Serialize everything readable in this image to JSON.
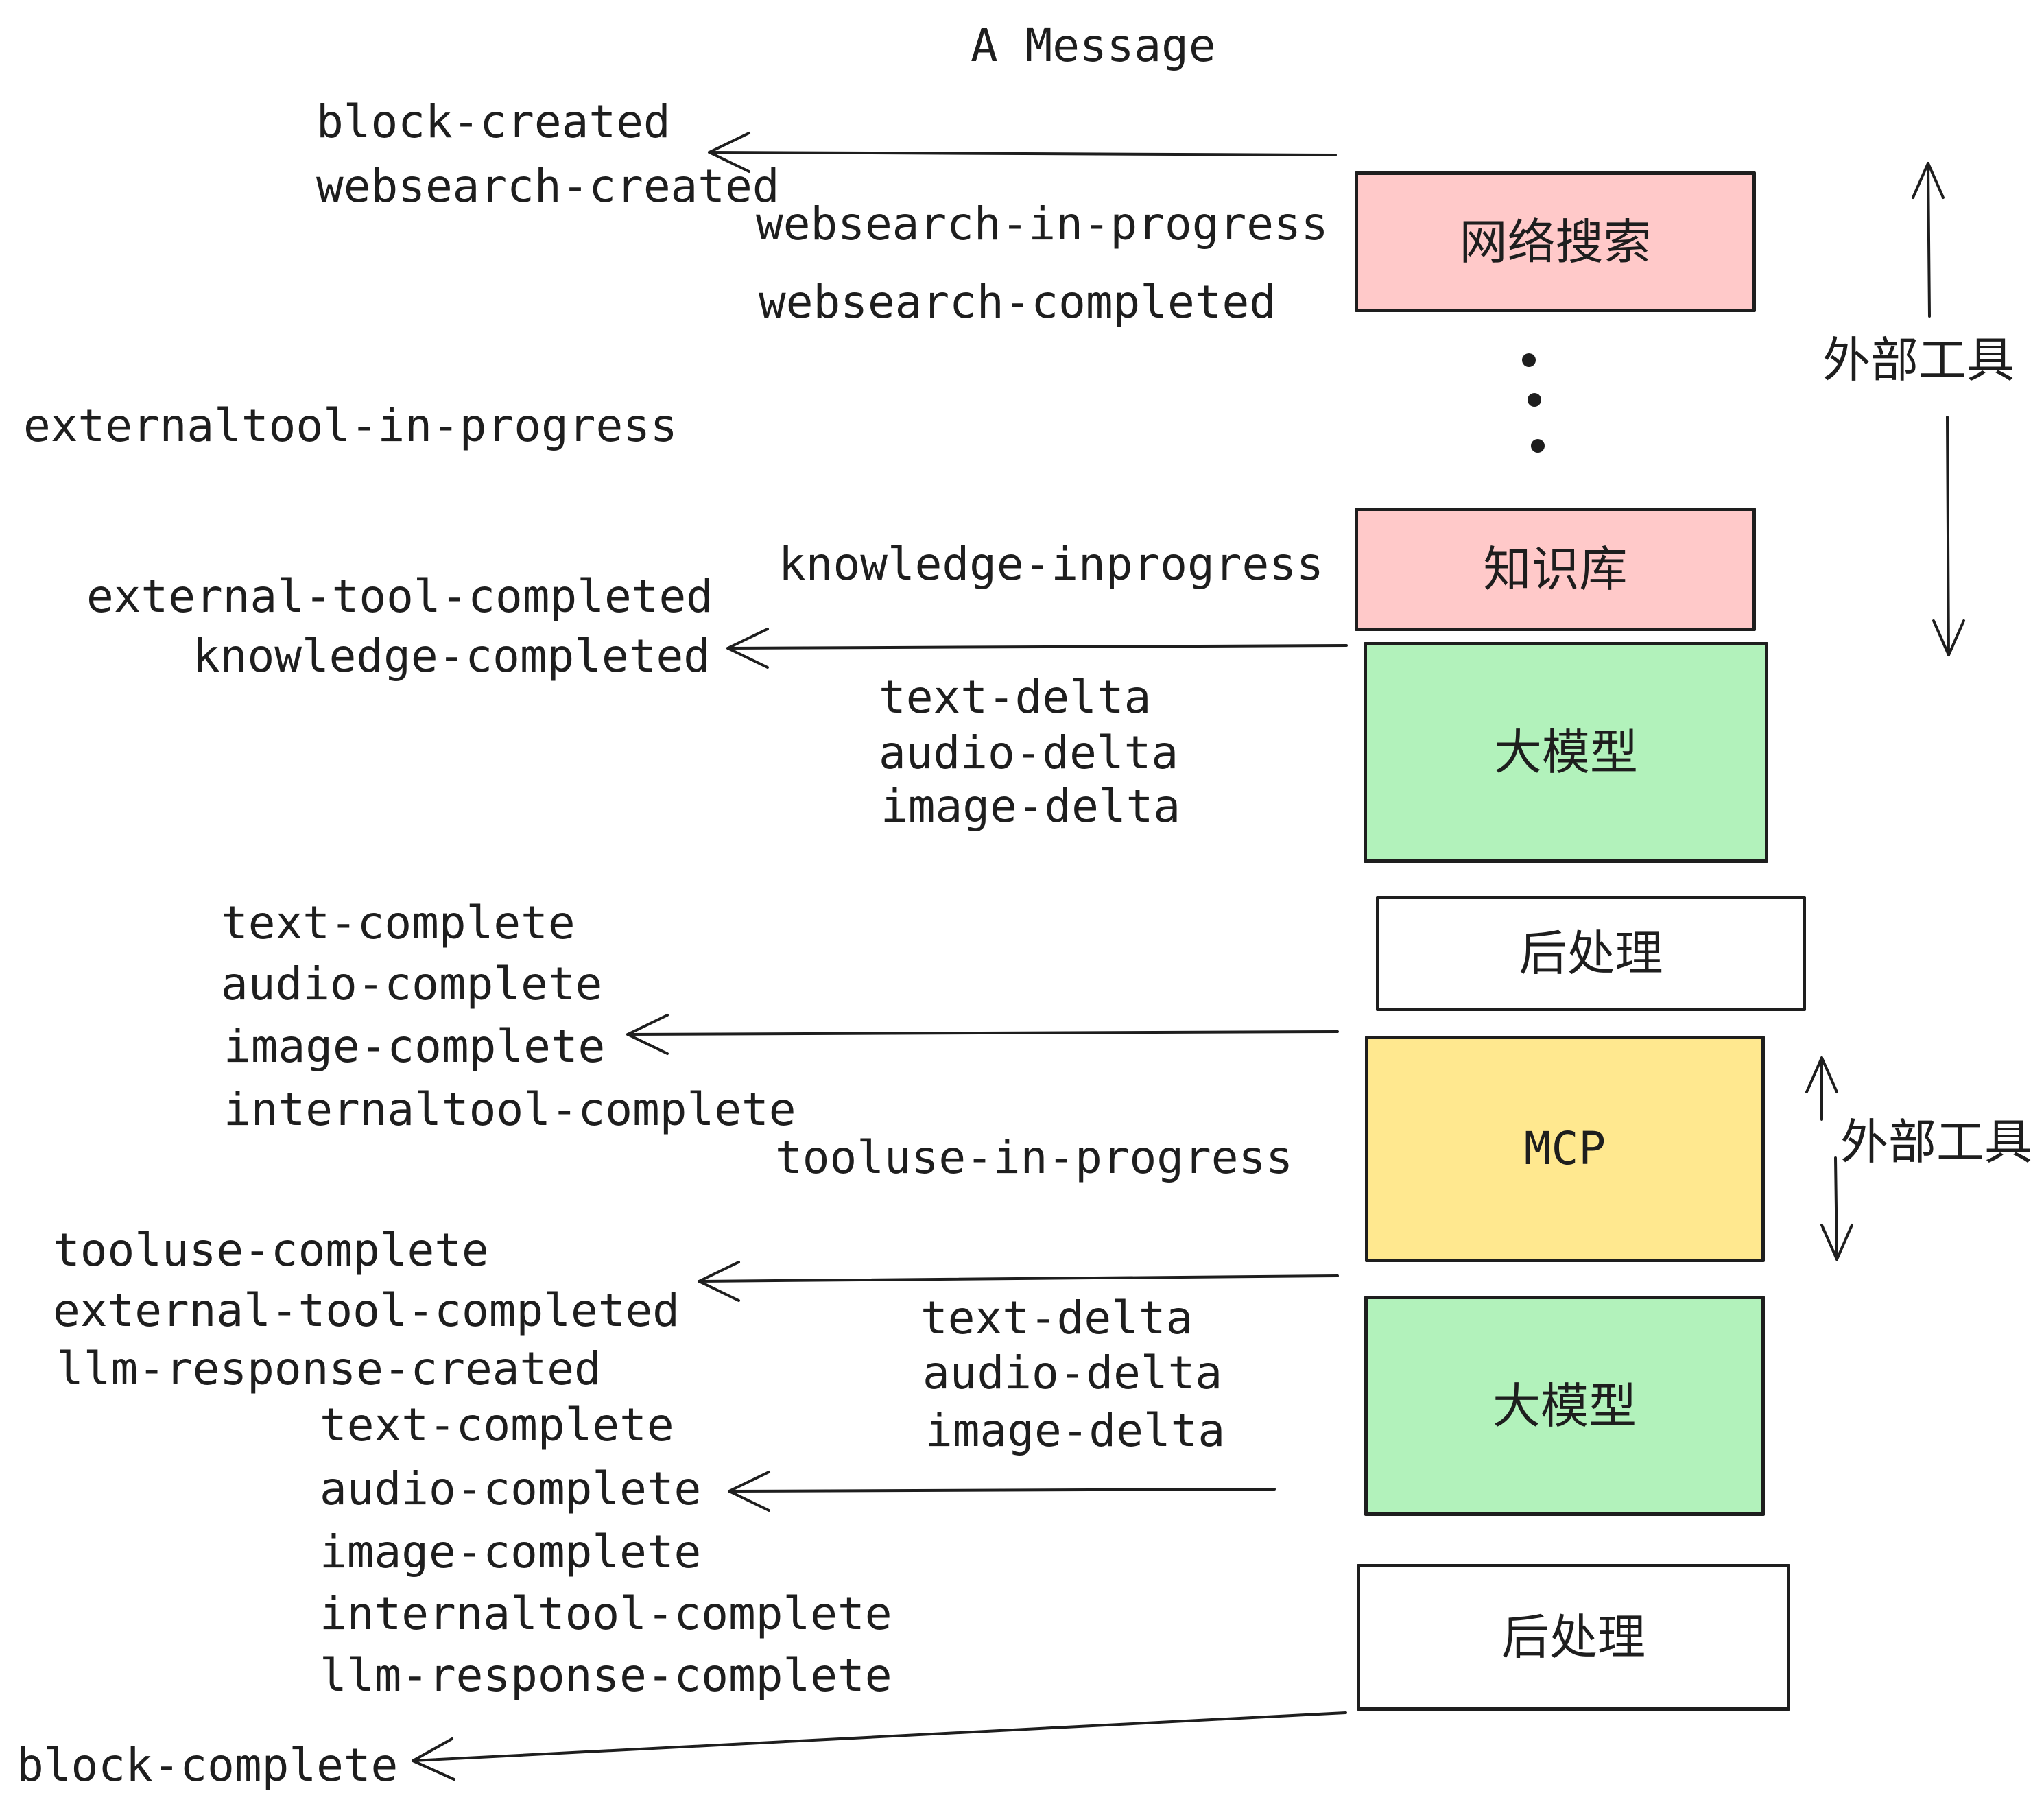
{
  "title": "A Message",
  "colors": {
    "background": "#ffffff",
    "stroke": "#1e1e1e",
    "text": "#1e1e1e",
    "pink": "#ffc9c9",
    "green": "#b2f2bb",
    "yellow": "#ffe88f",
    "white": "#ffffff"
  },
  "boxes": {
    "websearch": {
      "label": "网络搜索",
      "fill": "#ffc9c9"
    },
    "knowledge": {
      "label": "知识库",
      "fill": "#ffc9c9"
    },
    "llm_top": {
      "label": "大模型",
      "fill": "#b2f2bb"
    },
    "post_top": {
      "label": "后处理",
      "fill": "#ffffff"
    },
    "mcp": {
      "label": "MCP",
      "fill": "#ffe88f"
    },
    "llm_bottom": {
      "label": "大模型",
      "fill": "#b2f2bb"
    },
    "post_bottom": {
      "label": "后处理",
      "fill": "#ffffff"
    }
  },
  "side": {
    "external_tools_top": "外部工具",
    "external_tools_bottom": "外部工具"
  },
  "events": {
    "block_created": "block-created",
    "websearch_created": "websearch-created",
    "websearch_in_progress": "websearch-in-progress",
    "websearch_completed": "websearch-completed",
    "externaltool_in_progress": "externaltool-in-progress",
    "knowledge_inprogress": "knowledge-inprogress",
    "external_tool_completed": "external-tool-completed",
    "knowledge_completed": "knowledge-completed",
    "text_delta": "text-delta",
    "audio_delta": "audio-delta",
    "image_delta": "image-delta",
    "text_complete": "text-complete",
    "audio_complete": "audio-complete",
    "image_complete": "image-complete",
    "internaltool_complete": "internaltool-complete",
    "tooluse_in_progress": "tooluse-in-progress",
    "tooluse_complete": "tooluse-complete",
    "llm_response_created": "llm-response-created",
    "llm_response_complete": "llm-response-complete",
    "block_complete": "block-complete"
  }
}
